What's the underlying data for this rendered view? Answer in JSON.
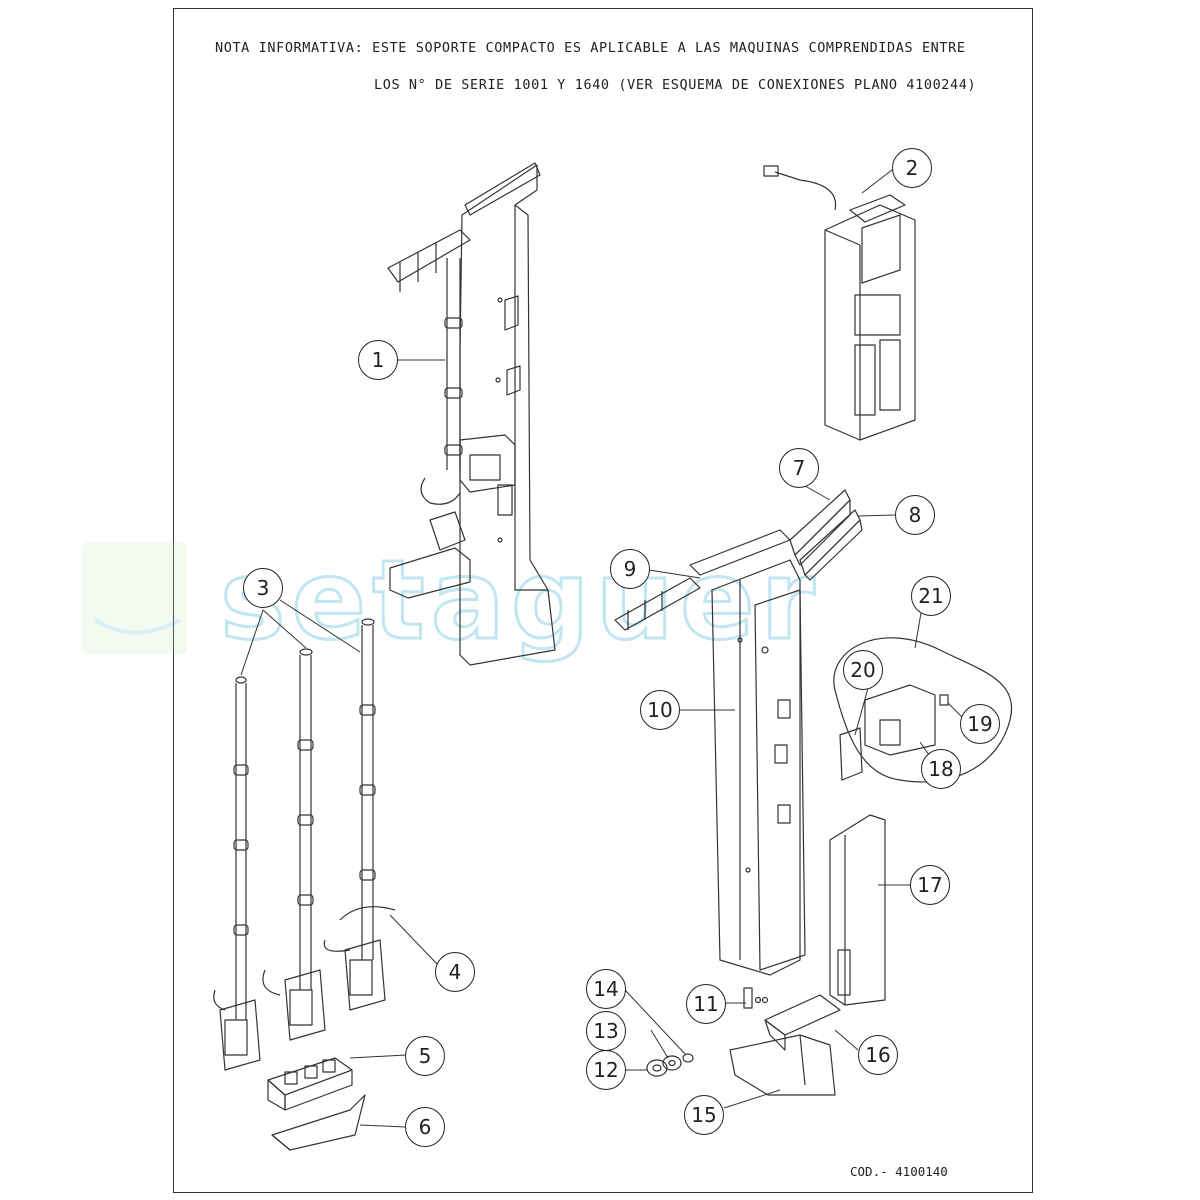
{
  "header": {
    "note_line1": "NOTA INFORMATIVA: ESTE SOPORTE COMPACTO ES APLICABLE A LAS MAQUINAS COMPRENDIDAS  ENTRE",
    "note_line2": "LOS N° DE SERIE 1001 Y 1640 (VER ESQUEMA DE CONEXIONES PLANO 4100244)"
  },
  "footer": {
    "code": "COD.- 4100140"
  },
  "watermark": {
    "text": "setaguer",
    "color": "#8fd0e6"
  },
  "callouts": [
    "1",
    "2",
    "3",
    "4",
    "5",
    "6",
    "7",
    "8",
    "9",
    "10",
    "11",
    "12",
    "13",
    "14",
    "15",
    "16",
    "17",
    "18",
    "19",
    "20",
    "21"
  ]
}
